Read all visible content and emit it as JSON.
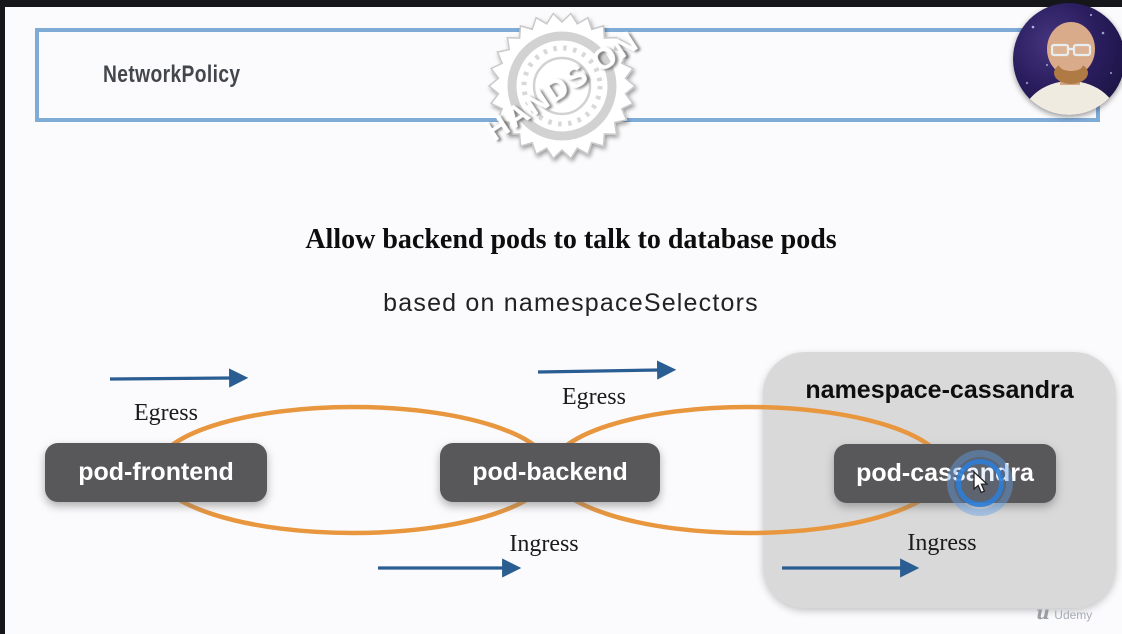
{
  "header": {
    "title": "NetworkPolicy"
  },
  "stamp": {
    "label": "HANDS ON"
  },
  "slide": {
    "title": "Allow backend pods to talk to database pods",
    "subtitle": "based on namespaceSelectors"
  },
  "diagram": {
    "namespace": {
      "label": "namespace-cassandra"
    },
    "pods": {
      "frontend": "pod-frontend",
      "backend": "pod-backend",
      "cassandra": "pod-cassandra"
    },
    "labels": {
      "egress_left": "Egress",
      "egress_mid": "Egress",
      "ingress_mid": "Ingress",
      "ingress_right": "Ingress"
    },
    "colors": {
      "connection_ellipse": "#E8973F",
      "arrow": "#2A5D92",
      "pod_background": "#58585A",
      "namespace_background": "#D9D9D9",
      "click_highlight": "#2E7CD6",
      "header_border": "#7FABD7"
    }
  },
  "watermark": {
    "label": "Udemy"
  }
}
